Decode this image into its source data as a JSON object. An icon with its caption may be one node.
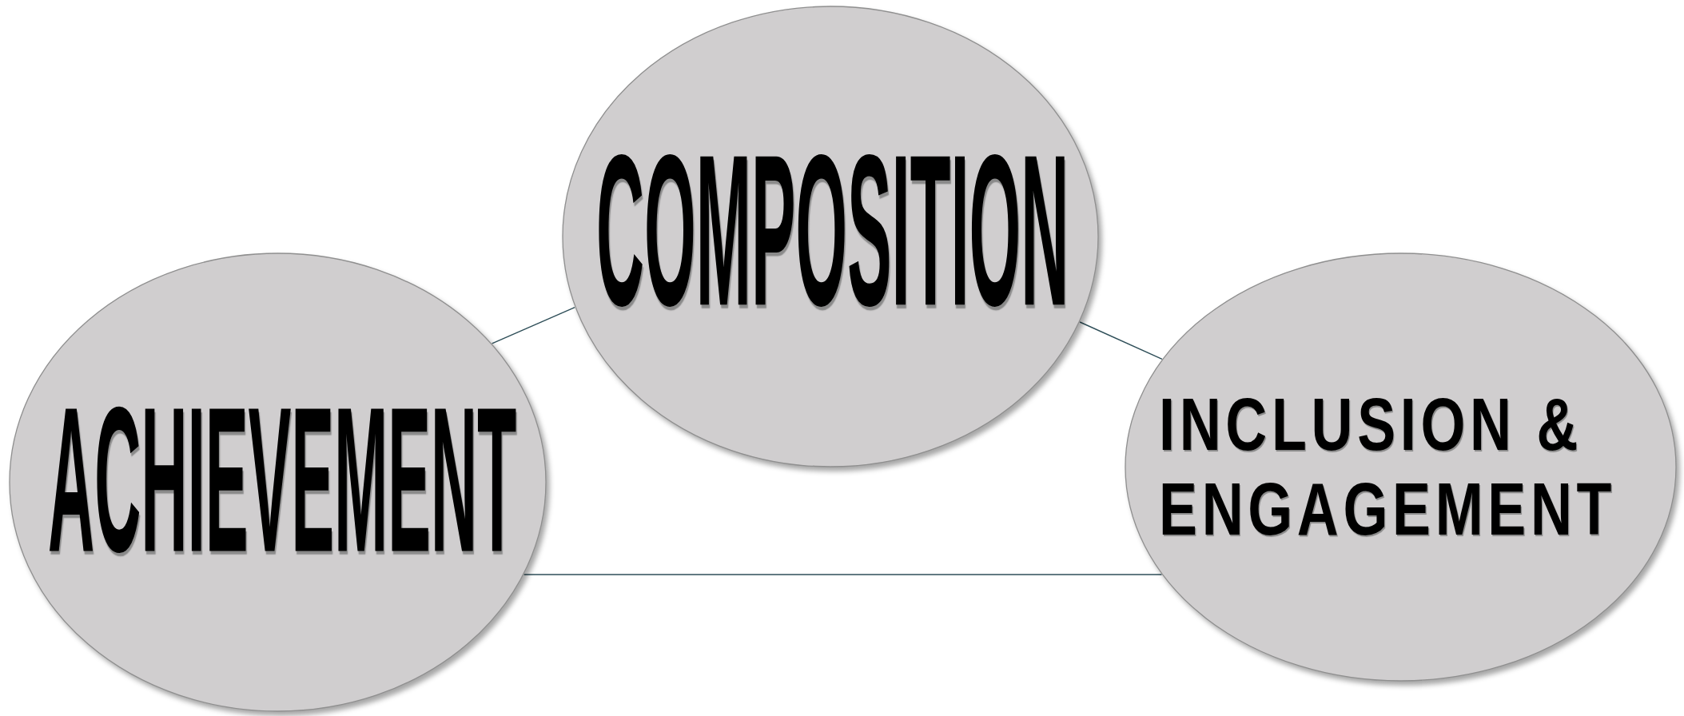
{
  "diagram": {
    "nodes": [
      {
        "text": [
          "COMPOSITION"
        ]
      },
      {
        "text": [
          "ACHIEVEMENT"
        ]
      },
      {
        "text": [
          "INCLUSION & ENGAGEMENT"
        ]
      }
    ],
    "edges": [
      {
        "from": 1,
        "to": 0,
        "arrow": "none"
      },
      {
        "from": 0,
        "to": 2,
        "arrow": "none"
      },
      {
        "from": 1,
        "to": 2,
        "arrow": "none"
      }
    ]
  }
}
